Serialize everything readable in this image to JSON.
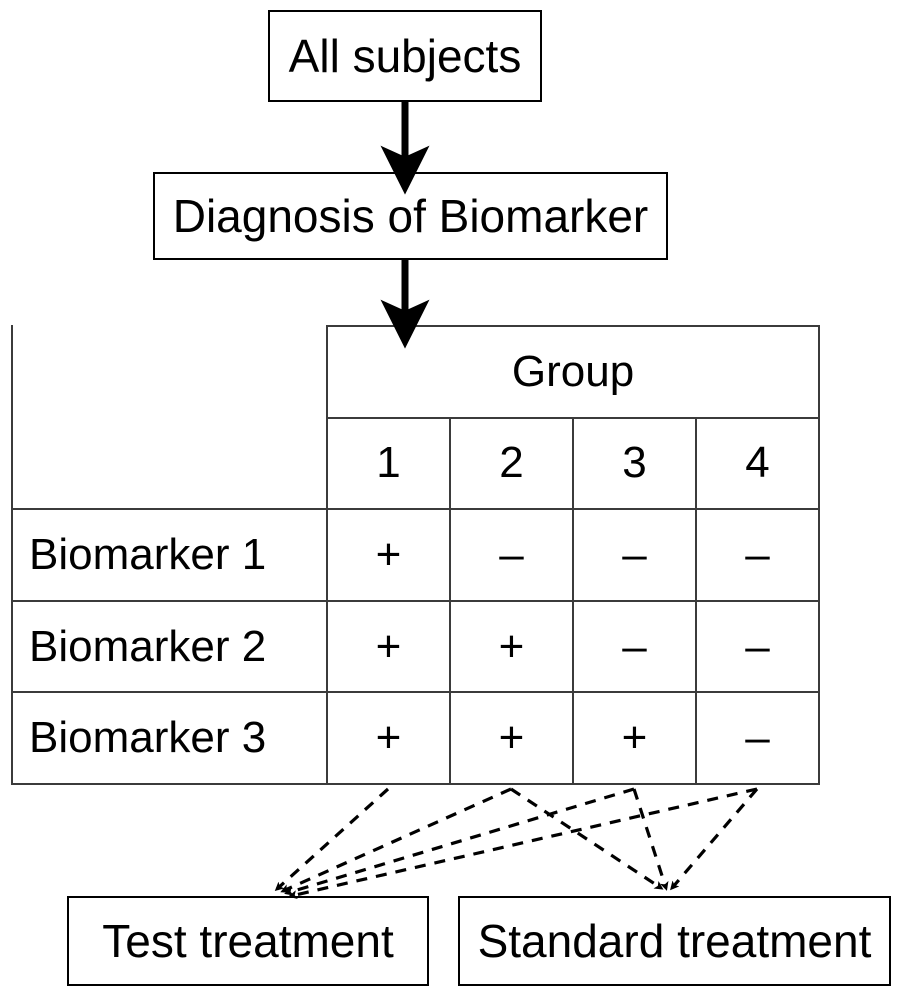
{
  "diagram": {
    "title_nodes": {
      "all_subjects": "All subjects",
      "diagnosis": "Diagnosis of Biomarker",
      "test_treatment": "Test treatment",
      "standard_treatment": "Standard treatment"
    },
    "table": {
      "corner_label": "",
      "group_header": "Group",
      "group_numbers": [
        "1",
        "2",
        "3",
        "4"
      ],
      "rows": [
        {
          "label": "Biomarker 1",
          "values": [
            "+",
            "–",
            "–",
            "–"
          ]
        },
        {
          "label": "Biomarker 2",
          "values": [
            "+",
            "+",
            "–",
            "–"
          ]
        },
        {
          "label": "Biomarker 3",
          "values": [
            "+",
            "+",
            "+",
            "–"
          ]
        }
      ]
    },
    "flow": {
      "solid_arrows": [
        {
          "from": "all_subjects",
          "to": "diagnosis"
        },
        {
          "from": "diagnosis",
          "to": "table"
        }
      ],
      "dashed_arrows": [
        {
          "from": "group_1",
          "to": "test_treatment"
        },
        {
          "from": "group_2",
          "to": "test_treatment"
        },
        {
          "from": "group_2",
          "to": "standard_treatment"
        },
        {
          "from": "group_3",
          "to": "test_treatment"
        },
        {
          "from": "group_3",
          "to": "standard_treatment"
        },
        {
          "from": "group_4",
          "to": "test_treatment"
        },
        {
          "from": "group_4",
          "to": "standard_treatment"
        }
      ]
    },
    "colors": {
      "stroke": "#000000",
      "table_border": "#3b3b3b",
      "background": "#ffffff"
    }
  }
}
